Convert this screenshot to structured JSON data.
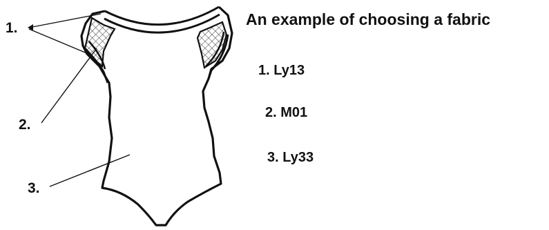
{
  "diagram": {
    "title": "An example of choosing a fabric",
    "callouts": [
      "1.",
      "2.",
      "3."
    ],
    "fabrics": [
      "1. Ly13",
      "2. M01",
      "3. Ly33"
    ]
  },
  "colors": {
    "stroke": "#111111",
    "mesh": "#444444",
    "background": "#ffffff"
  }
}
